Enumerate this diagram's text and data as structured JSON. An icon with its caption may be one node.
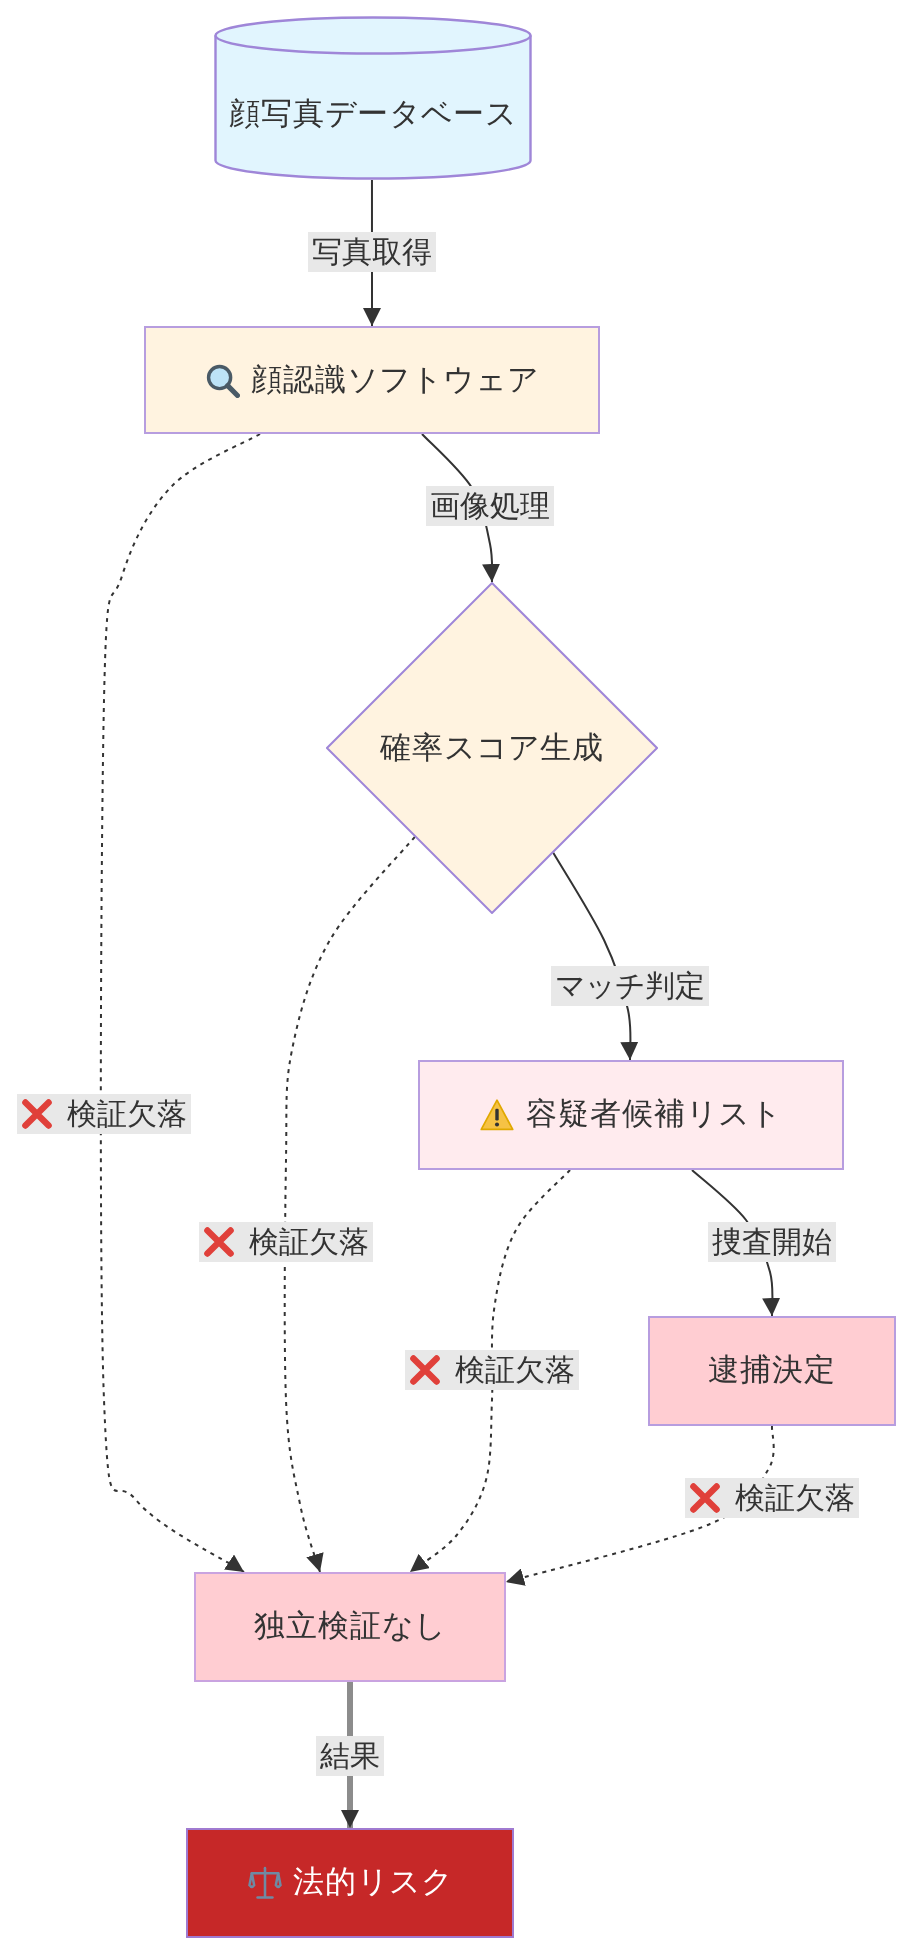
{
  "diagram": {
    "nodes": [
      {
        "text": [
          "顔写真データベース"
        ]
      },
      {
        "text": [
          "顔認識ソフトウェア"
        ]
      },
      {
        "text": [
          "確率スコア生成"
        ]
      },
      {
        "text": [
          "容疑者候補リスト"
        ]
      },
      {
        "text": [
          "逮捕決定"
        ]
      },
      {
        "text": [
          "独立検証なし"
        ]
      },
      {
        "text": [
          "法的リスク"
        ]
      }
    ],
    "edges": [
      {
        "from": 0,
        "to": 1,
        "arrow": "to",
        "label": "写真取得"
      },
      {
        "from": 1,
        "to": 2,
        "arrow": "to",
        "label": "画像処理"
      },
      {
        "from": 2,
        "to": 3,
        "arrow": "to",
        "label": "マッチ判定"
      },
      {
        "from": 3,
        "to": 4,
        "arrow": "to",
        "label": "捜査開始"
      },
      {
        "from": 1,
        "to": 5,
        "arrow": "to",
        "label": "検証欠落",
        "style": "dashed"
      },
      {
        "from": 2,
        "to": 5,
        "arrow": "to",
        "label": "検証欠落",
        "style": "dashed"
      },
      {
        "from": 3,
        "to": 5,
        "arrow": "to",
        "label": "検証欠落",
        "style": "dashed"
      },
      {
        "from": 4,
        "to": 5,
        "arrow": "to",
        "label": "検証欠落",
        "style": "dashed"
      },
      {
        "from": 5,
        "to": 6,
        "arrow": "to",
        "label": "結果",
        "style": "thick",
        "color": "#8c8c8c"
      }
    ]
  }
}
